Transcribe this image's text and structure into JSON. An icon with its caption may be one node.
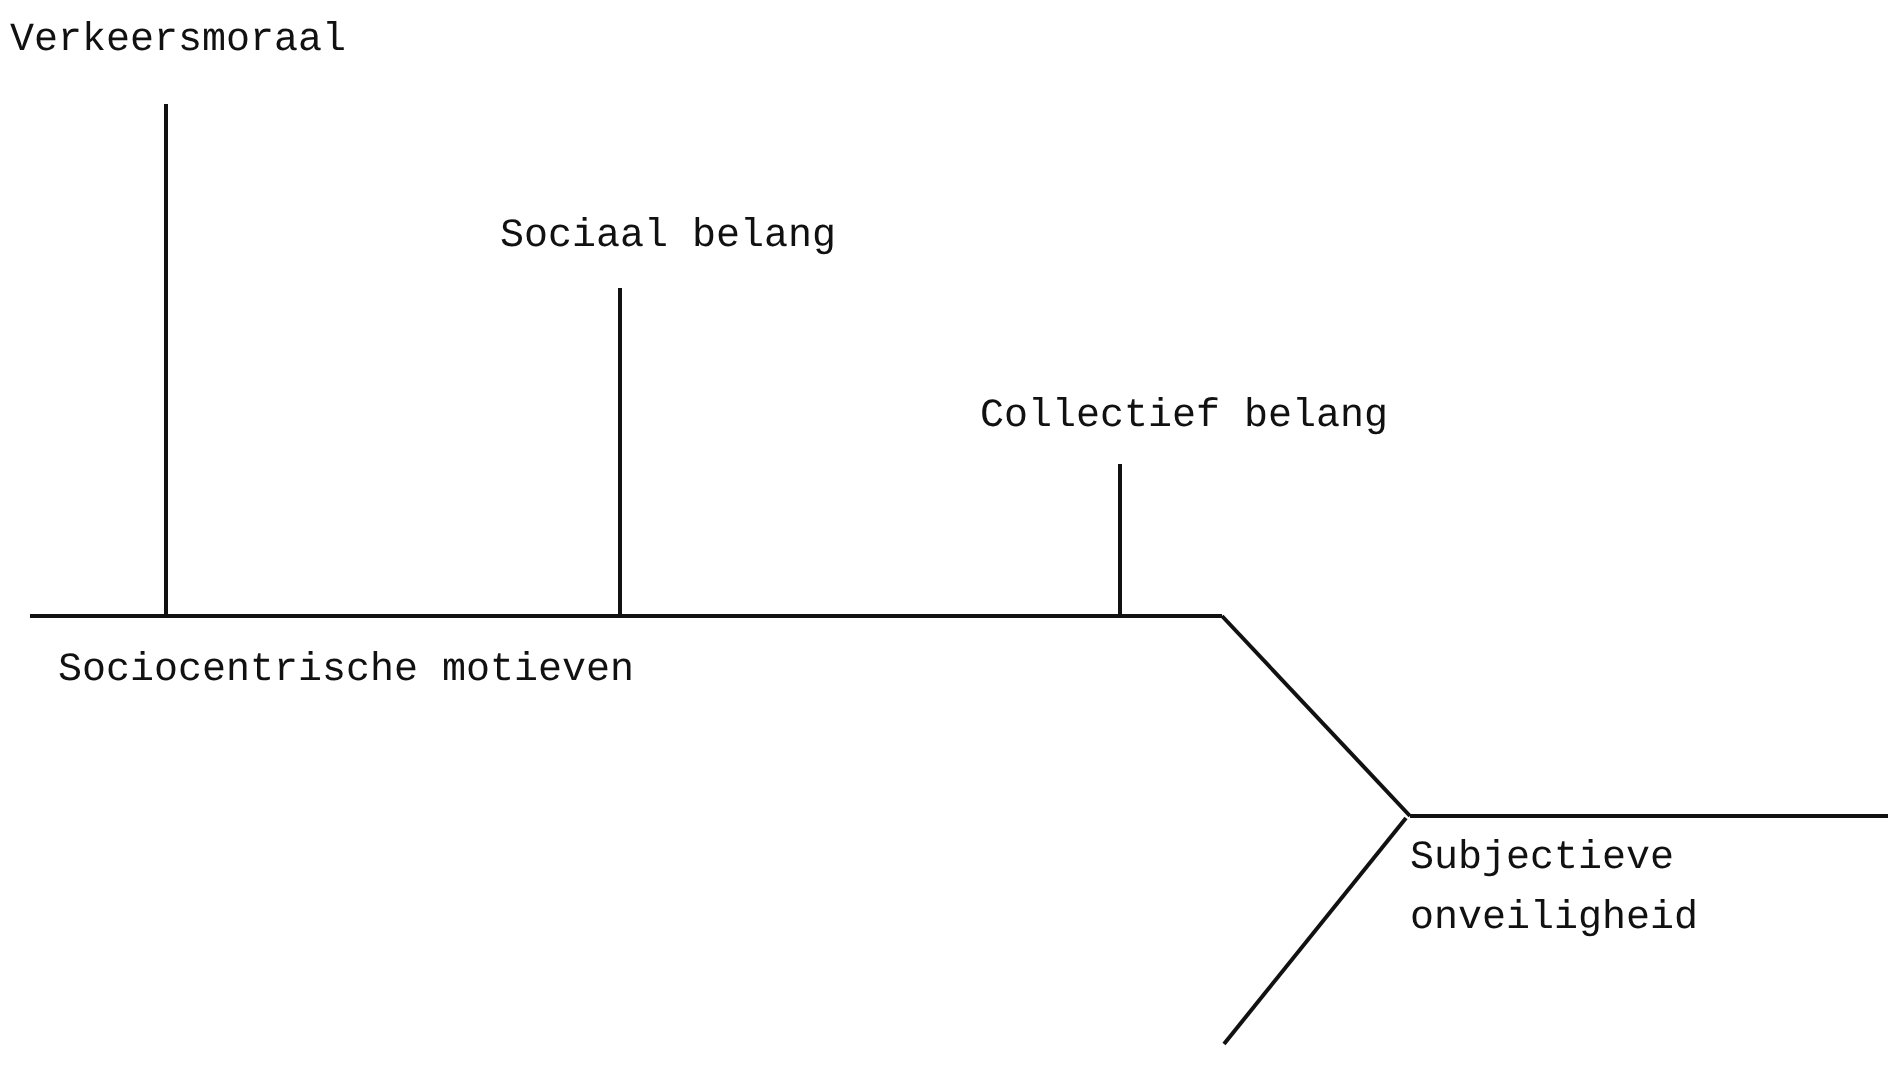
{
  "diagram": {
    "nodes": [
      {
        "text": [
          "Verkeersmoraal"
        ]
      },
      {
        "text": [
          "Sociaal belang"
        ]
      },
      {
        "text": [
          "Collectief belang"
        ]
      },
      {
        "text": [
          "Sociocentrische motieven"
        ]
      },
      {
        "text": [
          "Subjectieve onveiligheid"
        ]
      }
    ],
    "edges": [
      {
        "from": 0,
        "to": 3,
        "arrow": "none"
      },
      {
        "from": 1,
        "to": 3,
        "arrow": "none"
      },
      {
        "from": 2,
        "to": 3,
        "arrow": "none"
      },
      {
        "from": 3,
        "to": 4,
        "arrow": "none"
      },
      {
        "from": null,
        "to": 4,
        "arrow": "none"
      }
    ]
  }
}
